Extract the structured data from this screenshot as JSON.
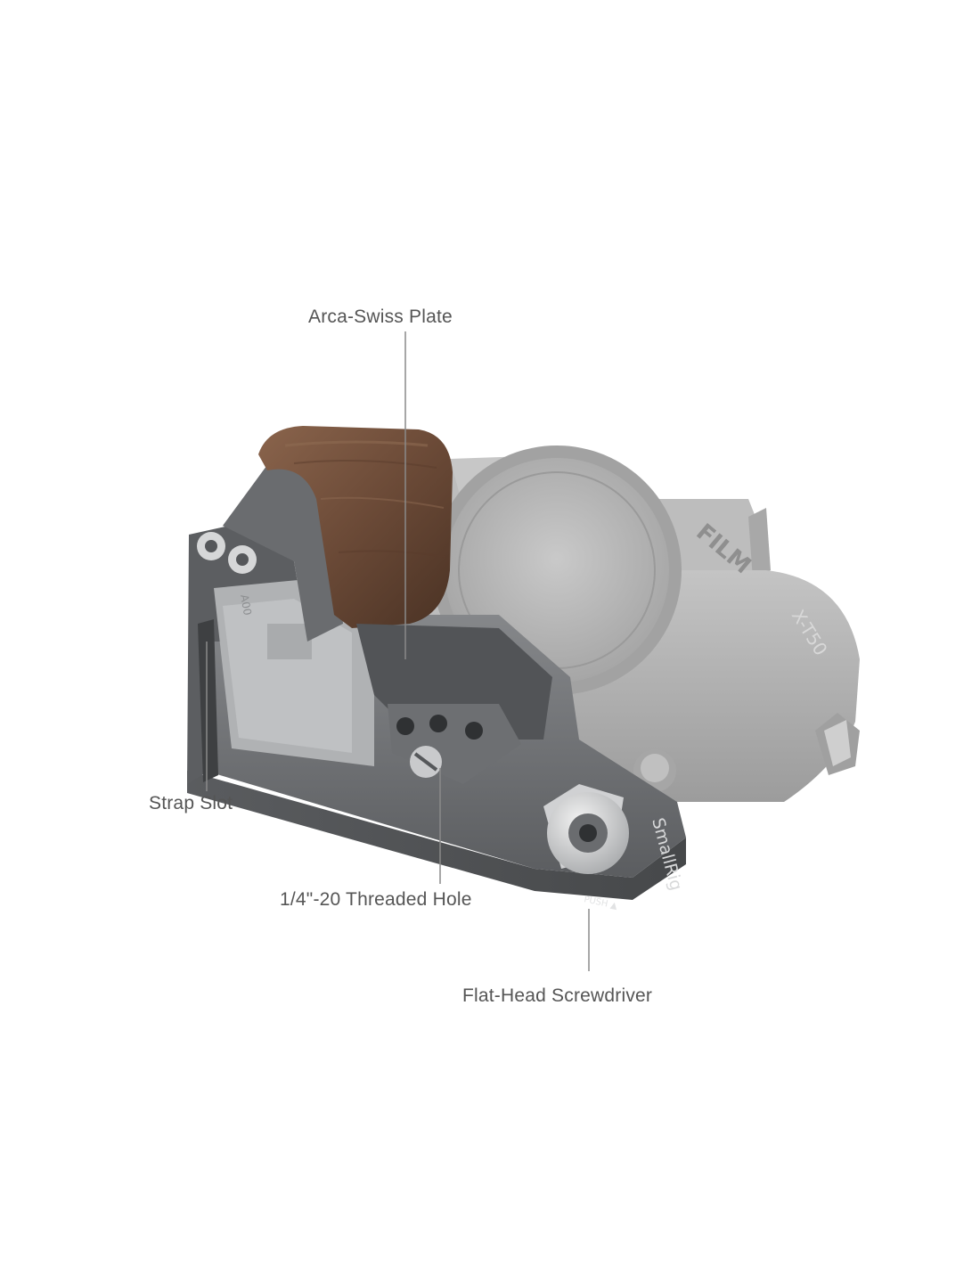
{
  "callouts": {
    "arca_swiss_plate": "Arca-Swiss Plate",
    "strap_slot": "Strap Slot",
    "threaded_hole": "1/4\"-20 Threaded Hole",
    "flat_head_screwdriver": "Flat-Head Screwdriver"
  },
  "product_markings": {
    "brand_engraving": "SmallRig",
    "push_marking": "PUSH ▲",
    "camera_model": "X-T50",
    "camera_brand_partial": "FILM",
    "part_code": "A00"
  },
  "colors": {
    "background": "#ffffff",
    "cage_metal": "#6f7174",
    "cage_metal_dark": "#4e5053",
    "wood_grip": "#6b4a37",
    "camera_body": "#b3b3b3",
    "label_text": "#555555",
    "leader_line": "#8a8a8a",
    "red_button": "#c8393a"
  }
}
